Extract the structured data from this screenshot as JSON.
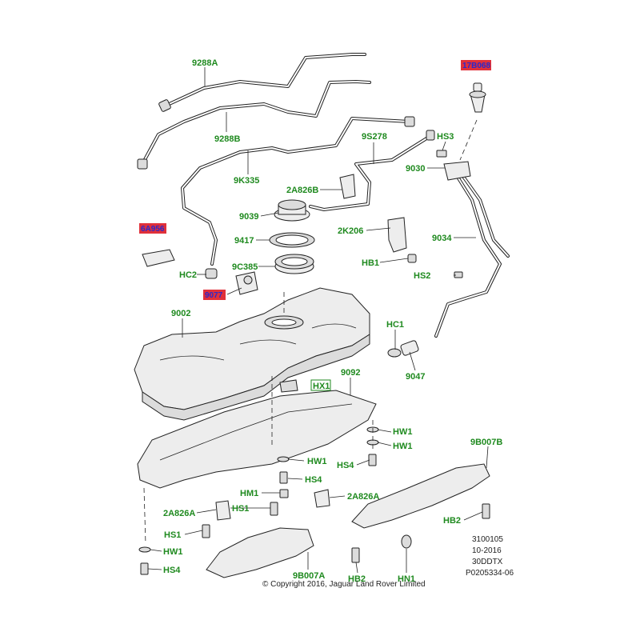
{
  "diagram": {
    "callouts": {
      "c9288A": "9288A",
      "c9288B": "9288B",
      "c9K335": "9K335",
      "c9S278": "9S278",
      "c2A826B": "2A826B",
      "c9039": "9039",
      "c9417": "9417",
      "c9C385": "9C385",
      "cHC2": "HC2",
      "c2K206": "2K206",
      "cHB1": "HB1",
      "cHS3": "HS3",
      "c9030": "9030",
      "c9034": "9034",
      "cHS2": "HS2",
      "cHC1": "HC1",
      "c9047": "9047",
      "c9002": "9002",
      "c9092": "9092",
      "cHW1a": "HW1",
      "cHW1b": "HW1",
      "cHW1c": "HW1",
      "cHS4a": "HS4",
      "cHS4b": "HS4",
      "cHM1": "HM1",
      "c2A826A_left": "2A826A",
      "cHS1a": "HS1",
      "cHS1b": "HS1",
      "c2A826A_right": "2A826A",
      "cHW1d": "HW1",
      "cHS4c": "HS4",
      "c9B007B": "9B007B",
      "cHB2a": "HB2",
      "cHB2b": "HB2",
      "cHN1": "HN1",
      "c9B007A": "9B007A"
    },
    "red_tags": {
      "t17B068": "17B068",
      "t6A956": "6A956",
      "t9077": "9077"
    },
    "boxed_tag": "HX1",
    "meta": {
      "line1": "3100105",
      "line2": "10-2016",
      "line3": "30DDTX",
      "line4": "P0205334-06"
    },
    "copyright": "© Copyright 2016, Jaguar Land Rover Limited"
  }
}
